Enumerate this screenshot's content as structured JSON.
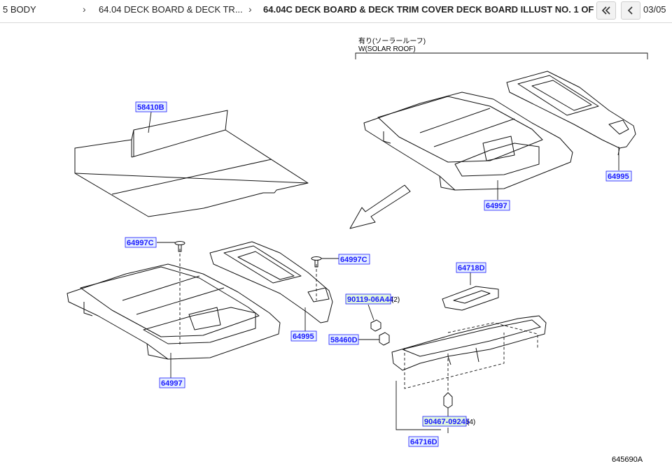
{
  "breadcrumb": {
    "items": [
      "5 BODY",
      "64.04 DECK BOARD & DECK TR...",
      "64.04C DECK BOARD & DECK TRIM COVER DECK BOARD ILLUST NO. 1 OF ..."
    ],
    "separator": "›"
  },
  "pager": {
    "first_icon": "double-chevron-left",
    "prev_icon": "chevron-left",
    "page": "03/05"
  },
  "diagram": {
    "variant_note_jp": "有り(ソーラールーフ)",
    "variant_note_en": "W(SOLAR ROOF)",
    "labels": {
      "p58410B": "58410B",
      "p64995_top": "64995",
      "p64997_top": "64997",
      "p64997C_left": "64997C",
      "p64997C_right": "64997C",
      "p64718D": "64718D",
      "p90119": "90119-06A44",
      "p90119_qty": "(2)",
      "p58460D": "58460D",
      "p64995_bot": "64995",
      "p64997_bot": "64997",
      "p90467": "90467-09245",
      "p90467_qty": "(4)",
      "p64716D": "64716D"
    },
    "illustration_id": "645690A"
  },
  "colors": {
    "link": "#1a1aff",
    "highlight": "#dff5dc"
  }
}
